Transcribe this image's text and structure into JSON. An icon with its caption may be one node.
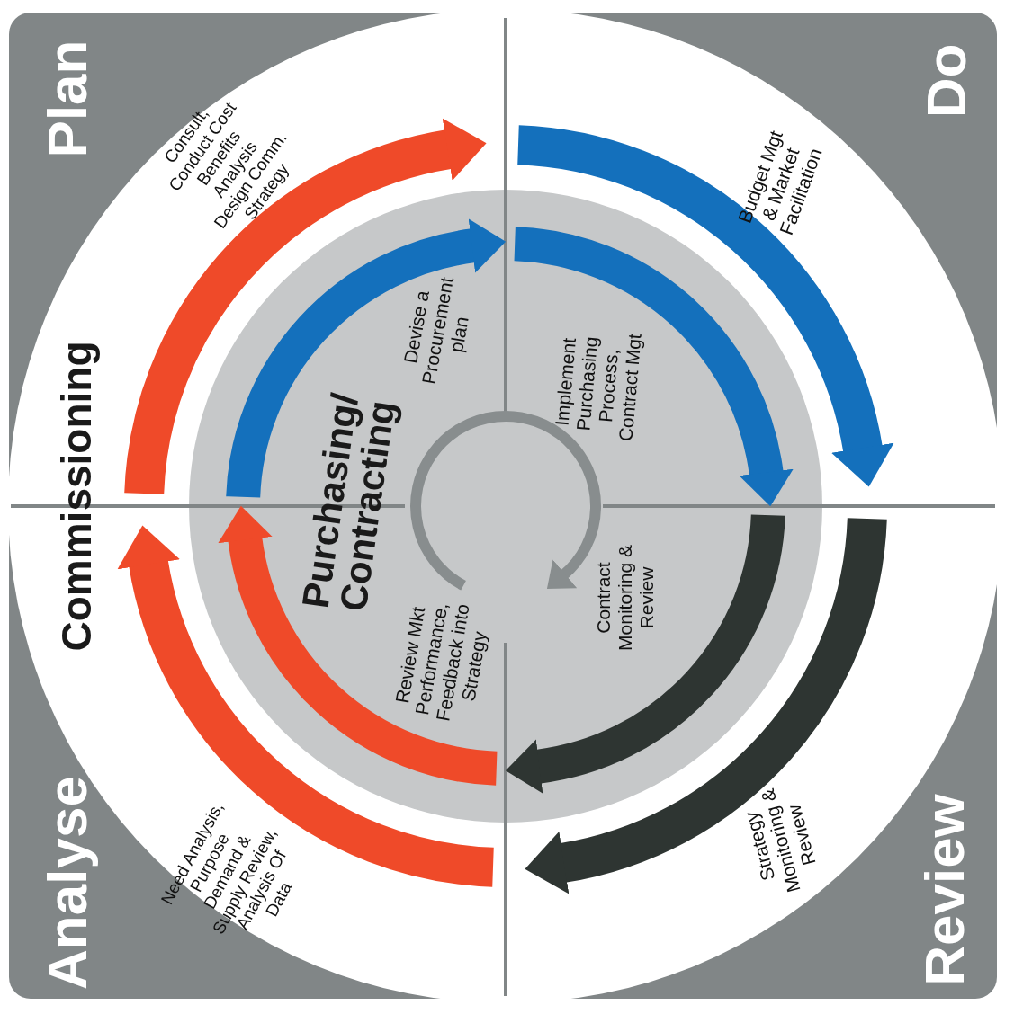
{
  "diagram": {
    "labels": [
      "Plan",
      "Do",
      "Commissioning",
      "Consult, Conduct Cost Benefits Analysis Design Comm. Strategy",
      "Devise a Procurement plan",
      "Budget Mgt & Market Facilitation",
      "Implement Purchasing Process, Contract Mgt",
      "Purchasing/ Contracting",
      "Contract Monitoring & Review",
      "Review Mkt Performance, Feedback into Strategy",
      "Need Analysis, Purpose Demand & Supply Review, Analysis Of Data",
      "Strategy Monitoring & Review",
      "Analyse",
      "Review"
    ]
  }
}
